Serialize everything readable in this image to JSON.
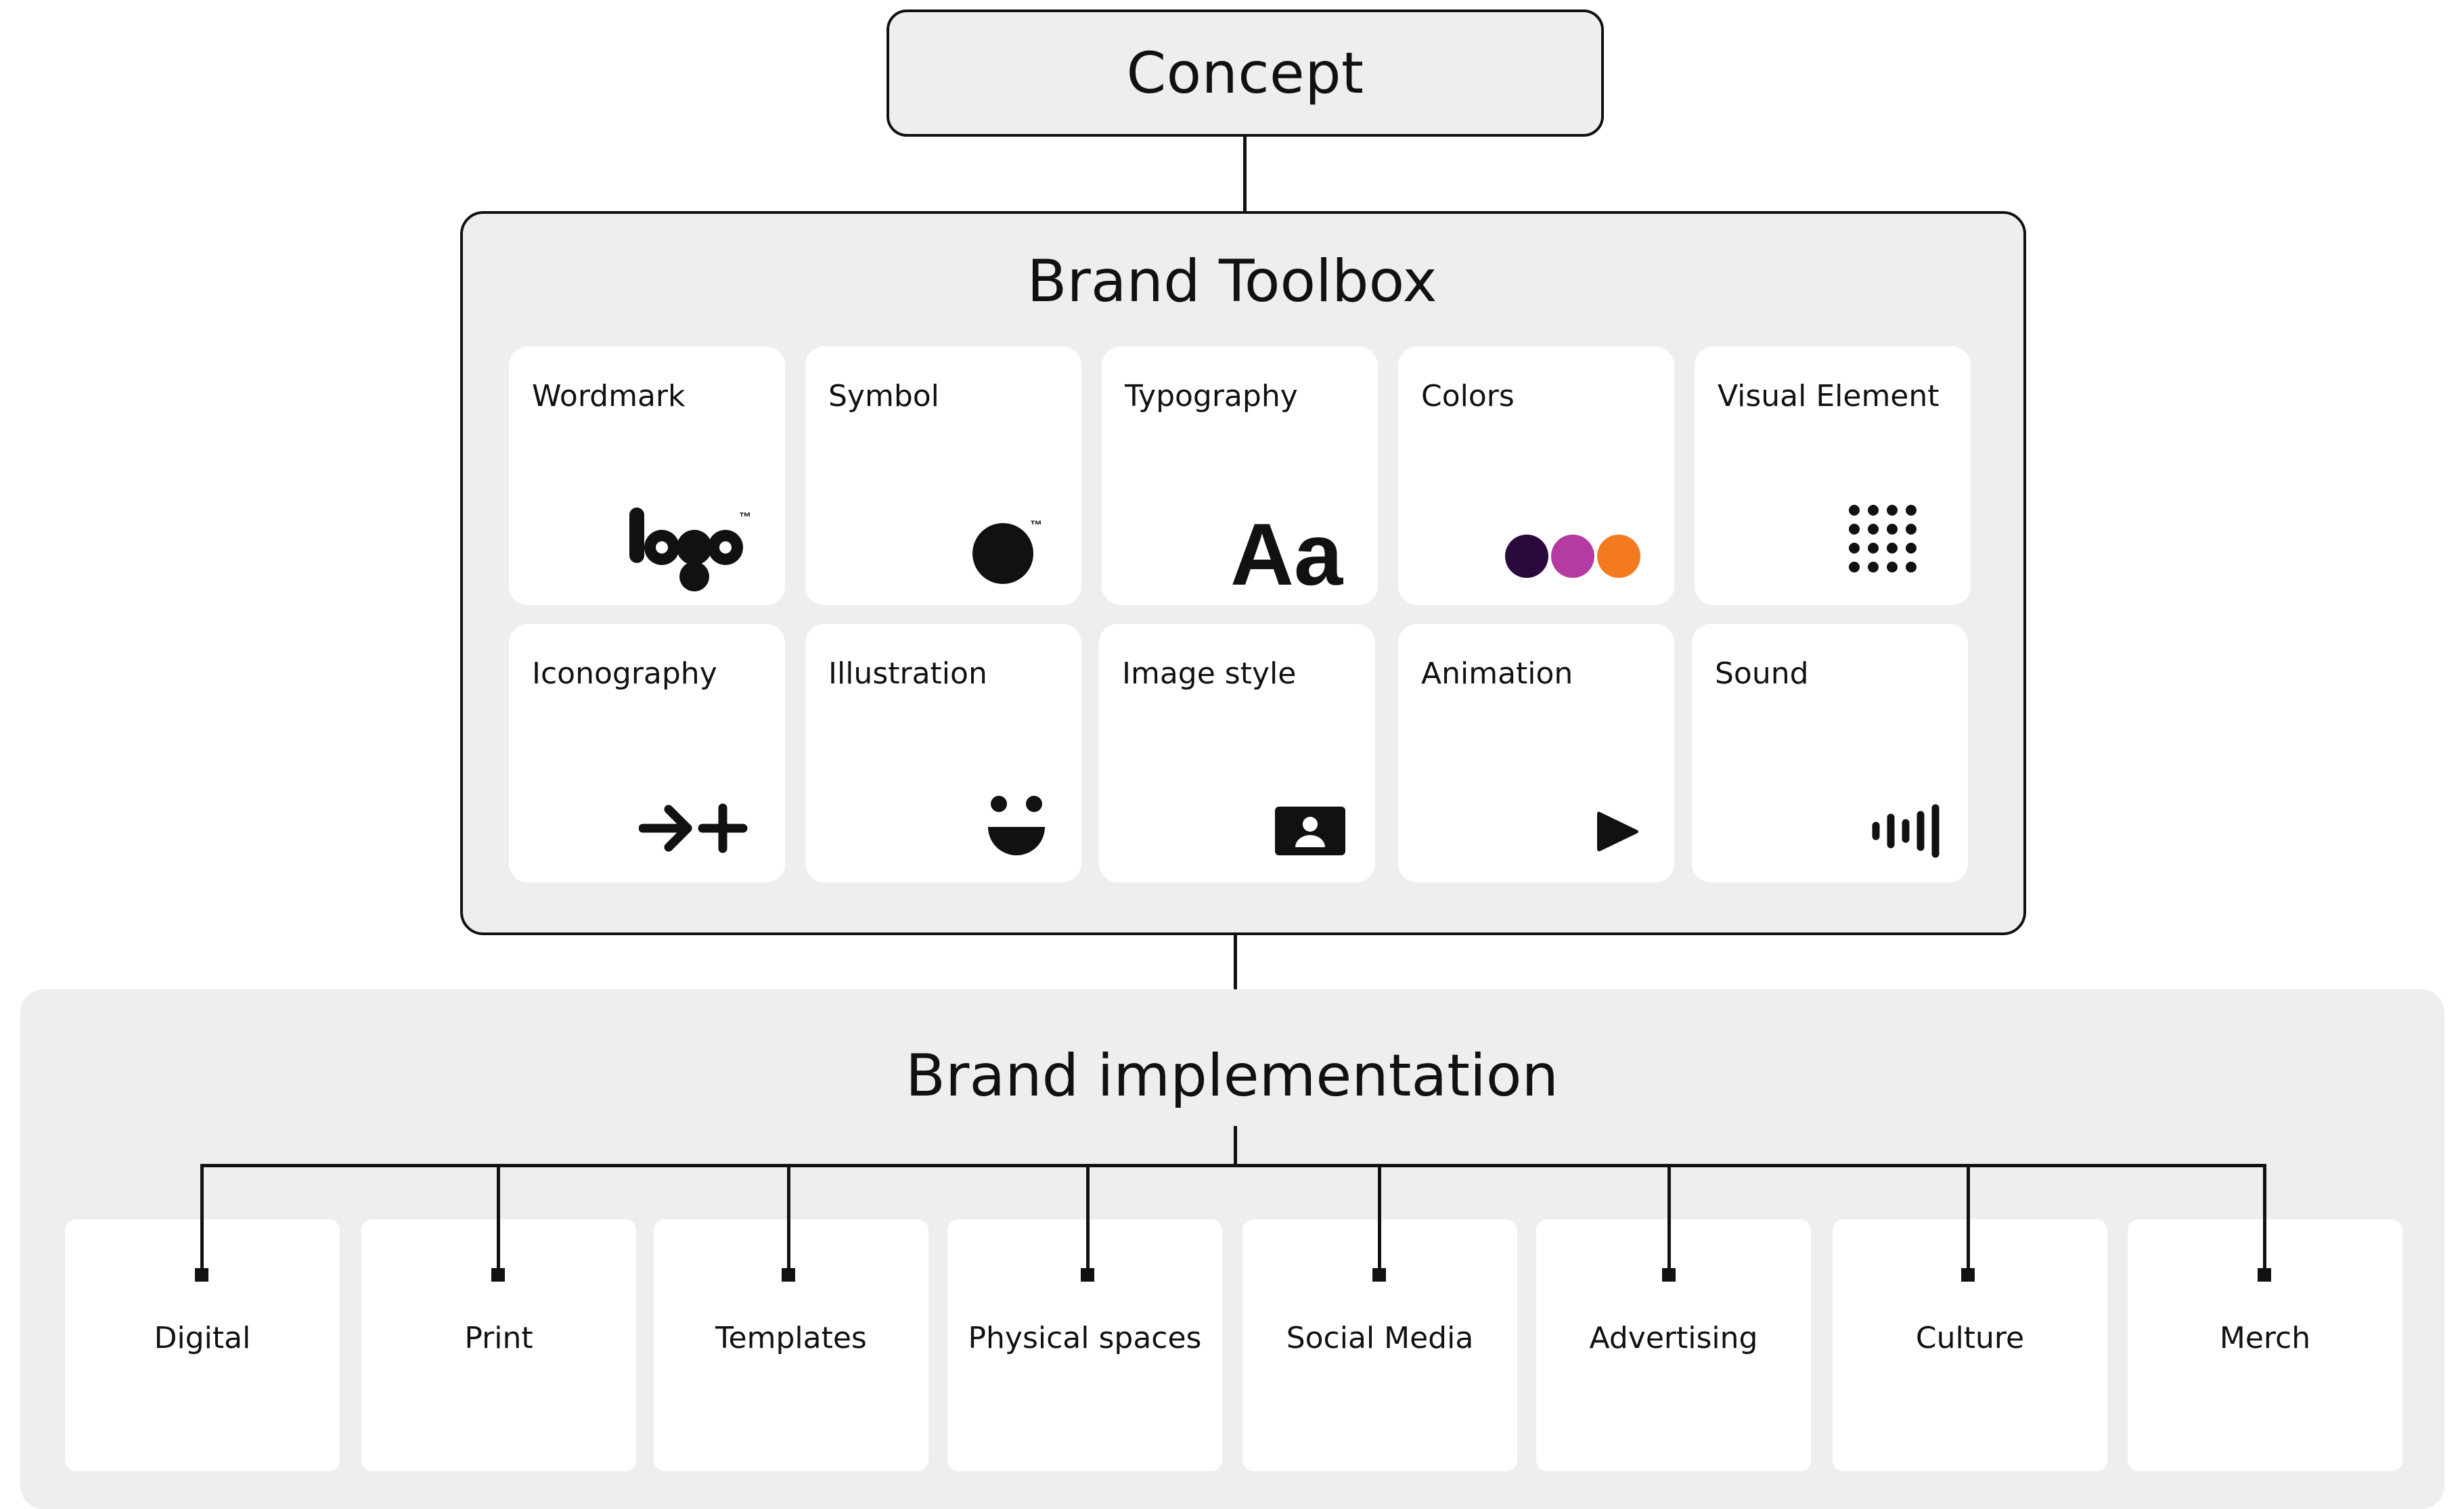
{
  "concept": {
    "title": "Concept"
  },
  "toolbox": {
    "title": "Brand Toolbox",
    "items": [
      {
        "label": "Wordmark",
        "icon": "logo-wordmark-icon"
      },
      {
        "label": "Symbol",
        "icon": "circle-symbol-icon"
      },
      {
        "label": "Typography",
        "icon": "aa-typography-icon"
      },
      {
        "label": "Colors",
        "icon": "color-dots-icon",
        "colors": [
          "#2a0a3c",
          "#b53aa1",
          "#f47a20"
        ]
      },
      {
        "label": "Visual Element",
        "icon": "dot-grid-icon"
      },
      {
        "label": "Iconography",
        "icon": "arrow-plus-icon"
      },
      {
        "label": "Illustration",
        "icon": "smiley-face-icon"
      },
      {
        "label": "Image style",
        "icon": "portrait-image-icon"
      },
      {
        "label": "Animation",
        "icon": "play-icon"
      },
      {
        "label": "Sound",
        "icon": "sound-wave-icon"
      }
    ]
  },
  "implementation": {
    "title": "Brand implementation",
    "items": [
      {
        "label": "Digital"
      },
      {
        "label": "Print"
      },
      {
        "label": "Templates"
      },
      {
        "label": "Physical spaces"
      },
      {
        "label": "Social Media"
      },
      {
        "label": "Advertising"
      },
      {
        "label": "Culture"
      },
      {
        "label": "Merch"
      }
    ]
  }
}
